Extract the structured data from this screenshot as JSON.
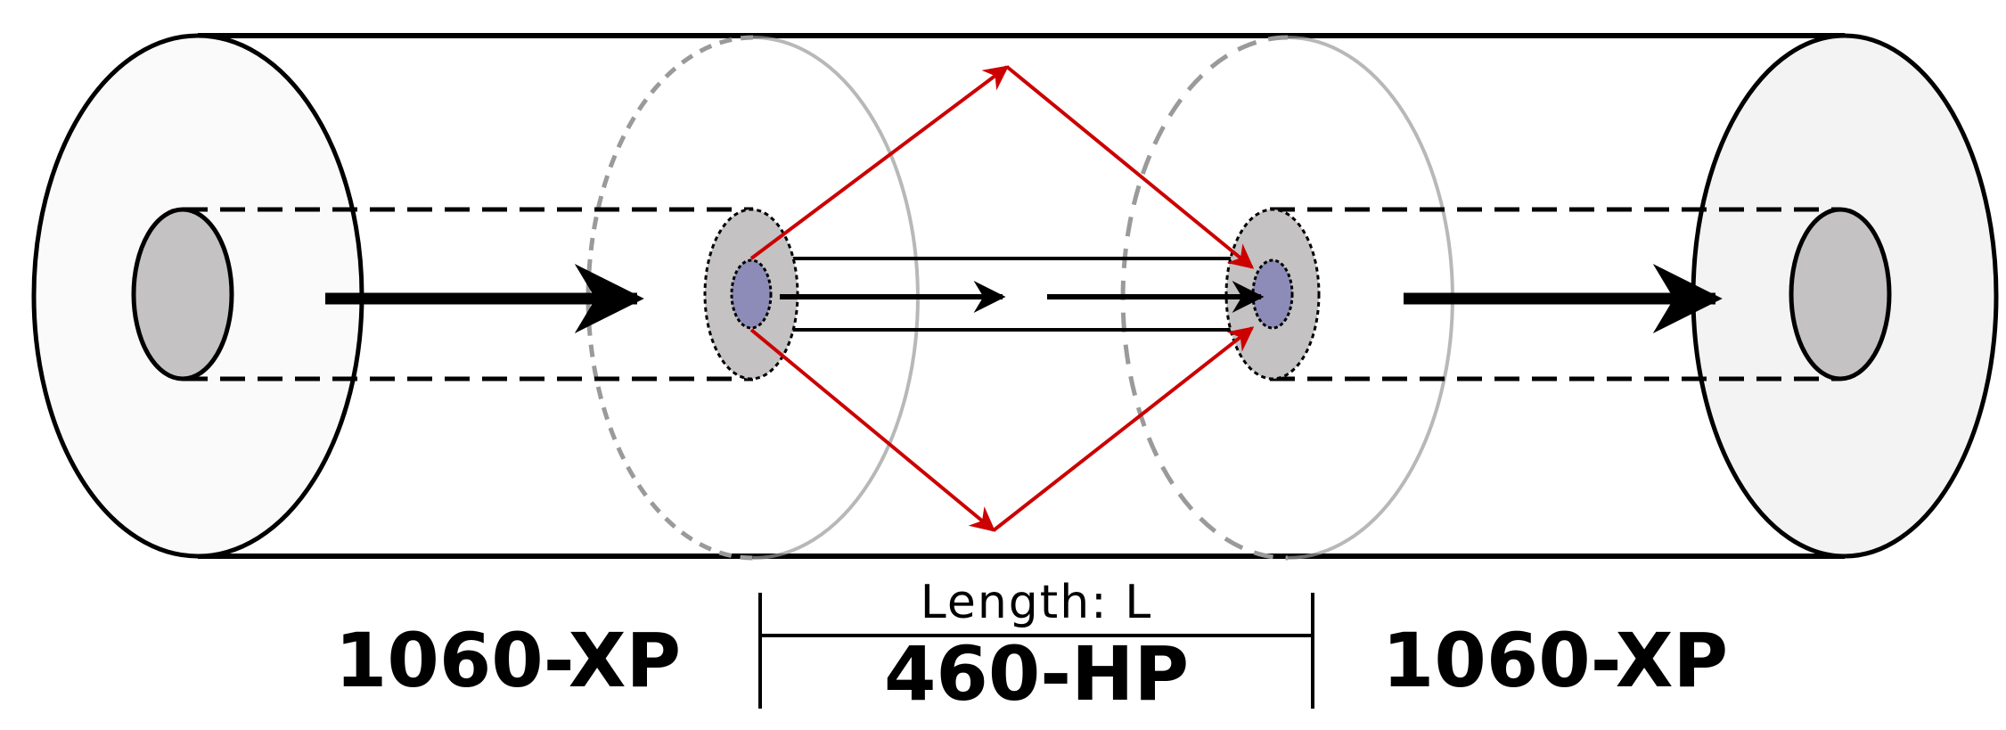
{
  "labels": {
    "left_fiber": "1060-XP",
    "middle_fiber": "460-HP",
    "right_fiber": "1060-XP",
    "length": "Length: L"
  },
  "colors": {
    "core_outer": "#c4c2c2",
    "core_inner": "#8d8cb8",
    "ray": "#cc0000",
    "outline": "#000000",
    "dashed_cross_section": "#8a8a8a"
  }
}
